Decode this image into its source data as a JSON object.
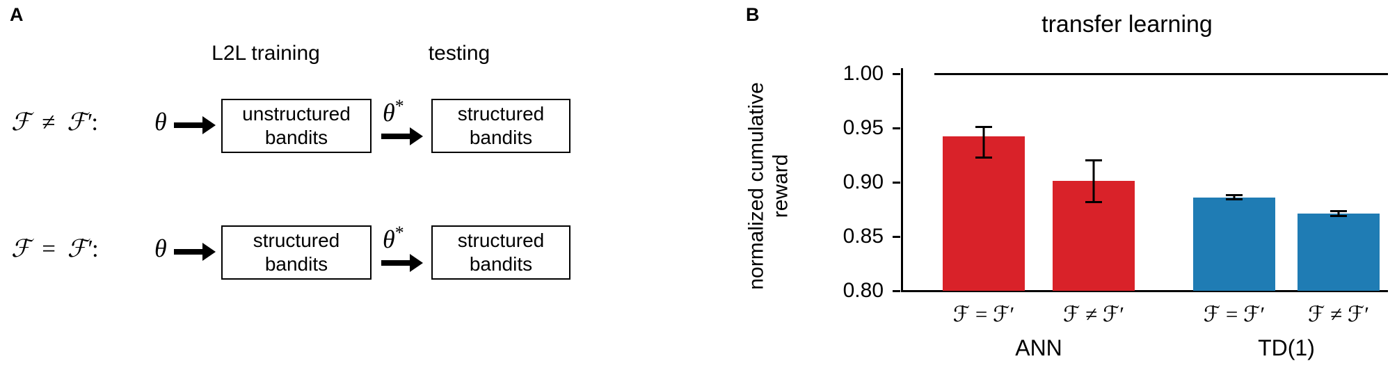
{
  "figure": {
    "panel_a_letter": "A",
    "panel_b_letter": "B"
  },
  "panel_a": {
    "column_headers": [
      {
        "label": "L2L training"
      },
      {
        "label": "testing"
      }
    ],
    "rows": [
      {
        "condition": "F ≠ F′:",
        "condition_calligraphic_1": "ℱ",
        "condition_relation": "≠",
        "condition_calligraphic_2": "ℱ′",
        "condition_colon": ":",
        "input_param": "θ",
        "training_box": "unstructured\nbandits",
        "training_box_line1": "unstructured",
        "training_box_line2": "bandits",
        "transfer_param": "θ*",
        "testing_box_line1": "structured",
        "testing_box_line2": "bandits"
      },
      {
        "condition": "F = F′:",
        "condition_calligraphic_1": "ℱ",
        "condition_relation": "=",
        "condition_calligraphic_2": "ℱ′",
        "condition_colon": ":",
        "input_param": "θ",
        "training_box_line1": "structured",
        "training_box_line2": "bandits",
        "transfer_param": "θ*",
        "testing_box_line1": "structured",
        "testing_box_line2": "bandits"
      }
    ]
  },
  "panel_b": {
    "title": "transfer learning",
    "ylabel_line1": "normalized cumulative",
    "ylabel_line2": "reward"
  },
  "chart_data": {
    "type": "bar",
    "title": "transfer learning",
    "xlabel": "",
    "ylabel": "normalized cumulative reward",
    "ylim": [
      0.8,
      1.005
    ],
    "yticks": [
      0.8,
      0.85,
      0.9,
      0.95,
      1.0
    ],
    "ytick_labels": [
      "0.80",
      "0.85",
      "0.90",
      "0.95",
      "1.00"
    ],
    "grid": false,
    "legend": "none",
    "reference_line": {
      "value": 1.0,
      "color": "#000000",
      "label": ""
    },
    "groups": [
      {
        "name": "ANN",
        "color": "#d92229"
      },
      {
        "name": "TD(1)",
        "color": "#1f7cb4"
      }
    ],
    "categories": [
      "ℱ = ℱ′",
      "ℱ ≠ ℱ′",
      "ℱ = ℱ′",
      "ℱ ≠ ℱ′"
    ],
    "bars": [
      {
        "group": "ANN",
        "category": "F = F'",
        "value": 0.942,
        "err_low": 0.922,
        "err_high": 0.952,
        "color": "#d92229"
      },
      {
        "group": "ANN",
        "category": "F != F'",
        "value": 0.901,
        "err_low": 0.881,
        "err_high": 0.921,
        "color": "#d92229"
      },
      {
        "group": "TD(1)",
        "category": "F = F'",
        "value": 0.886,
        "err_low": 0.883,
        "err_high": 0.889,
        "color": "#1f7cb4"
      },
      {
        "group": "TD(1)",
        "category": "F != F'",
        "value": 0.871,
        "err_low": 0.868,
        "err_high": 0.874,
        "color": "#1f7cb4"
      }
    ],
    "values": [
      0.942,
      0.901,
      0.886,
      0.871
    ]
  }
}
